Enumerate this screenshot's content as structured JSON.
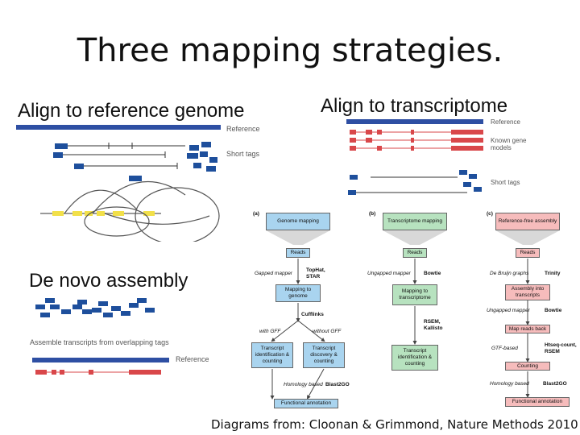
{
  "title": "Three mapping strategies.",
  "credit": "Diagrams from: Cloonan & Grimmond, Nature Methods 2010",
  "genome_panel": {
    "heading": "Align to reference genome",
    "reference_label": "Reference",
    "tags_label": "Short tags"
  },
  "transcriptome_panel": {
    "heading": "Align to transcriptome",
    "reference_label": "Reference",
    "known_models_label": "Known gene models",
    "tags_label": "Short tags"
  },
  "denovo_panel": {
    "heading": "De novo assembly",
    "assemble_label": "Assemble transcripts from overlapping tags",
    "reference_label": "Reference"
  },
  "flowchart": {
    "a": {
      "letter": "(a)",
      "header": "Genome mapping",
      "reads": "Reads",
      "gapped_mapper": "Gapped mapper",
      "tools1": "TopHat, STAR",
      "mapping": "Mapping to genome",
      "cufflinks": "Cufflinks",
      "with_gff": "with GFF",
      "without_gff": "without GFF",
      "tid_counting": "Transcript identification & counting",
      "tdisc_counting": "Transcript discovery & counting",
      "homology": "Homology based",
      "blast": "Blast2GO",
      "functional": "Functional annotation"
    },
    "b": {
      "letter": "(b)",
      "header": "Transcriptome mapping",
      "reads": "Reads",
      "ungapped_mapper": "Ungapped mapper",
      "tools1": "Bowtie",
      "mapping": "Mapping to transcriptome",
      "tools2": "RSEM, Kallisto",
      "tid_counting": "Transcript identification & counting"
    },
    "c": {
      "letter": "(c)",
      "header": "Reference-free assembly",
      "reads": "Reads",
      "de_bruijn": "De Bruijn graphs",
      "tools1": "Trinity",
      "assembly": "Assembly into transcripts",
      "ungapped_mapper": "Ungapped mapper",
      "tools2": "Bowtie",
      "map_back": "Map reads back",
      "gtf_based": "GTF-based",
      "tools3": "Htseq-count, RSEM",
      "counting": "Counting",
      "homology": "Homology based",
      "blast": "Blast2GO",
      "functional": "Functional annotation"
    }
  },
  "colors": {
    "reference_bar": "#2e4fa3",
    "tag": "#1e4f9c",
    "exon_yellow": "#f2e04a",
    "exon_red": "#d9474a",
    "box_blue": "#a9d4ef",
    "box_green": "#b7e2bf",
    "box_pink": "#f6bcbc",
    "header_pink": "#f8c0bd"
  }
}
